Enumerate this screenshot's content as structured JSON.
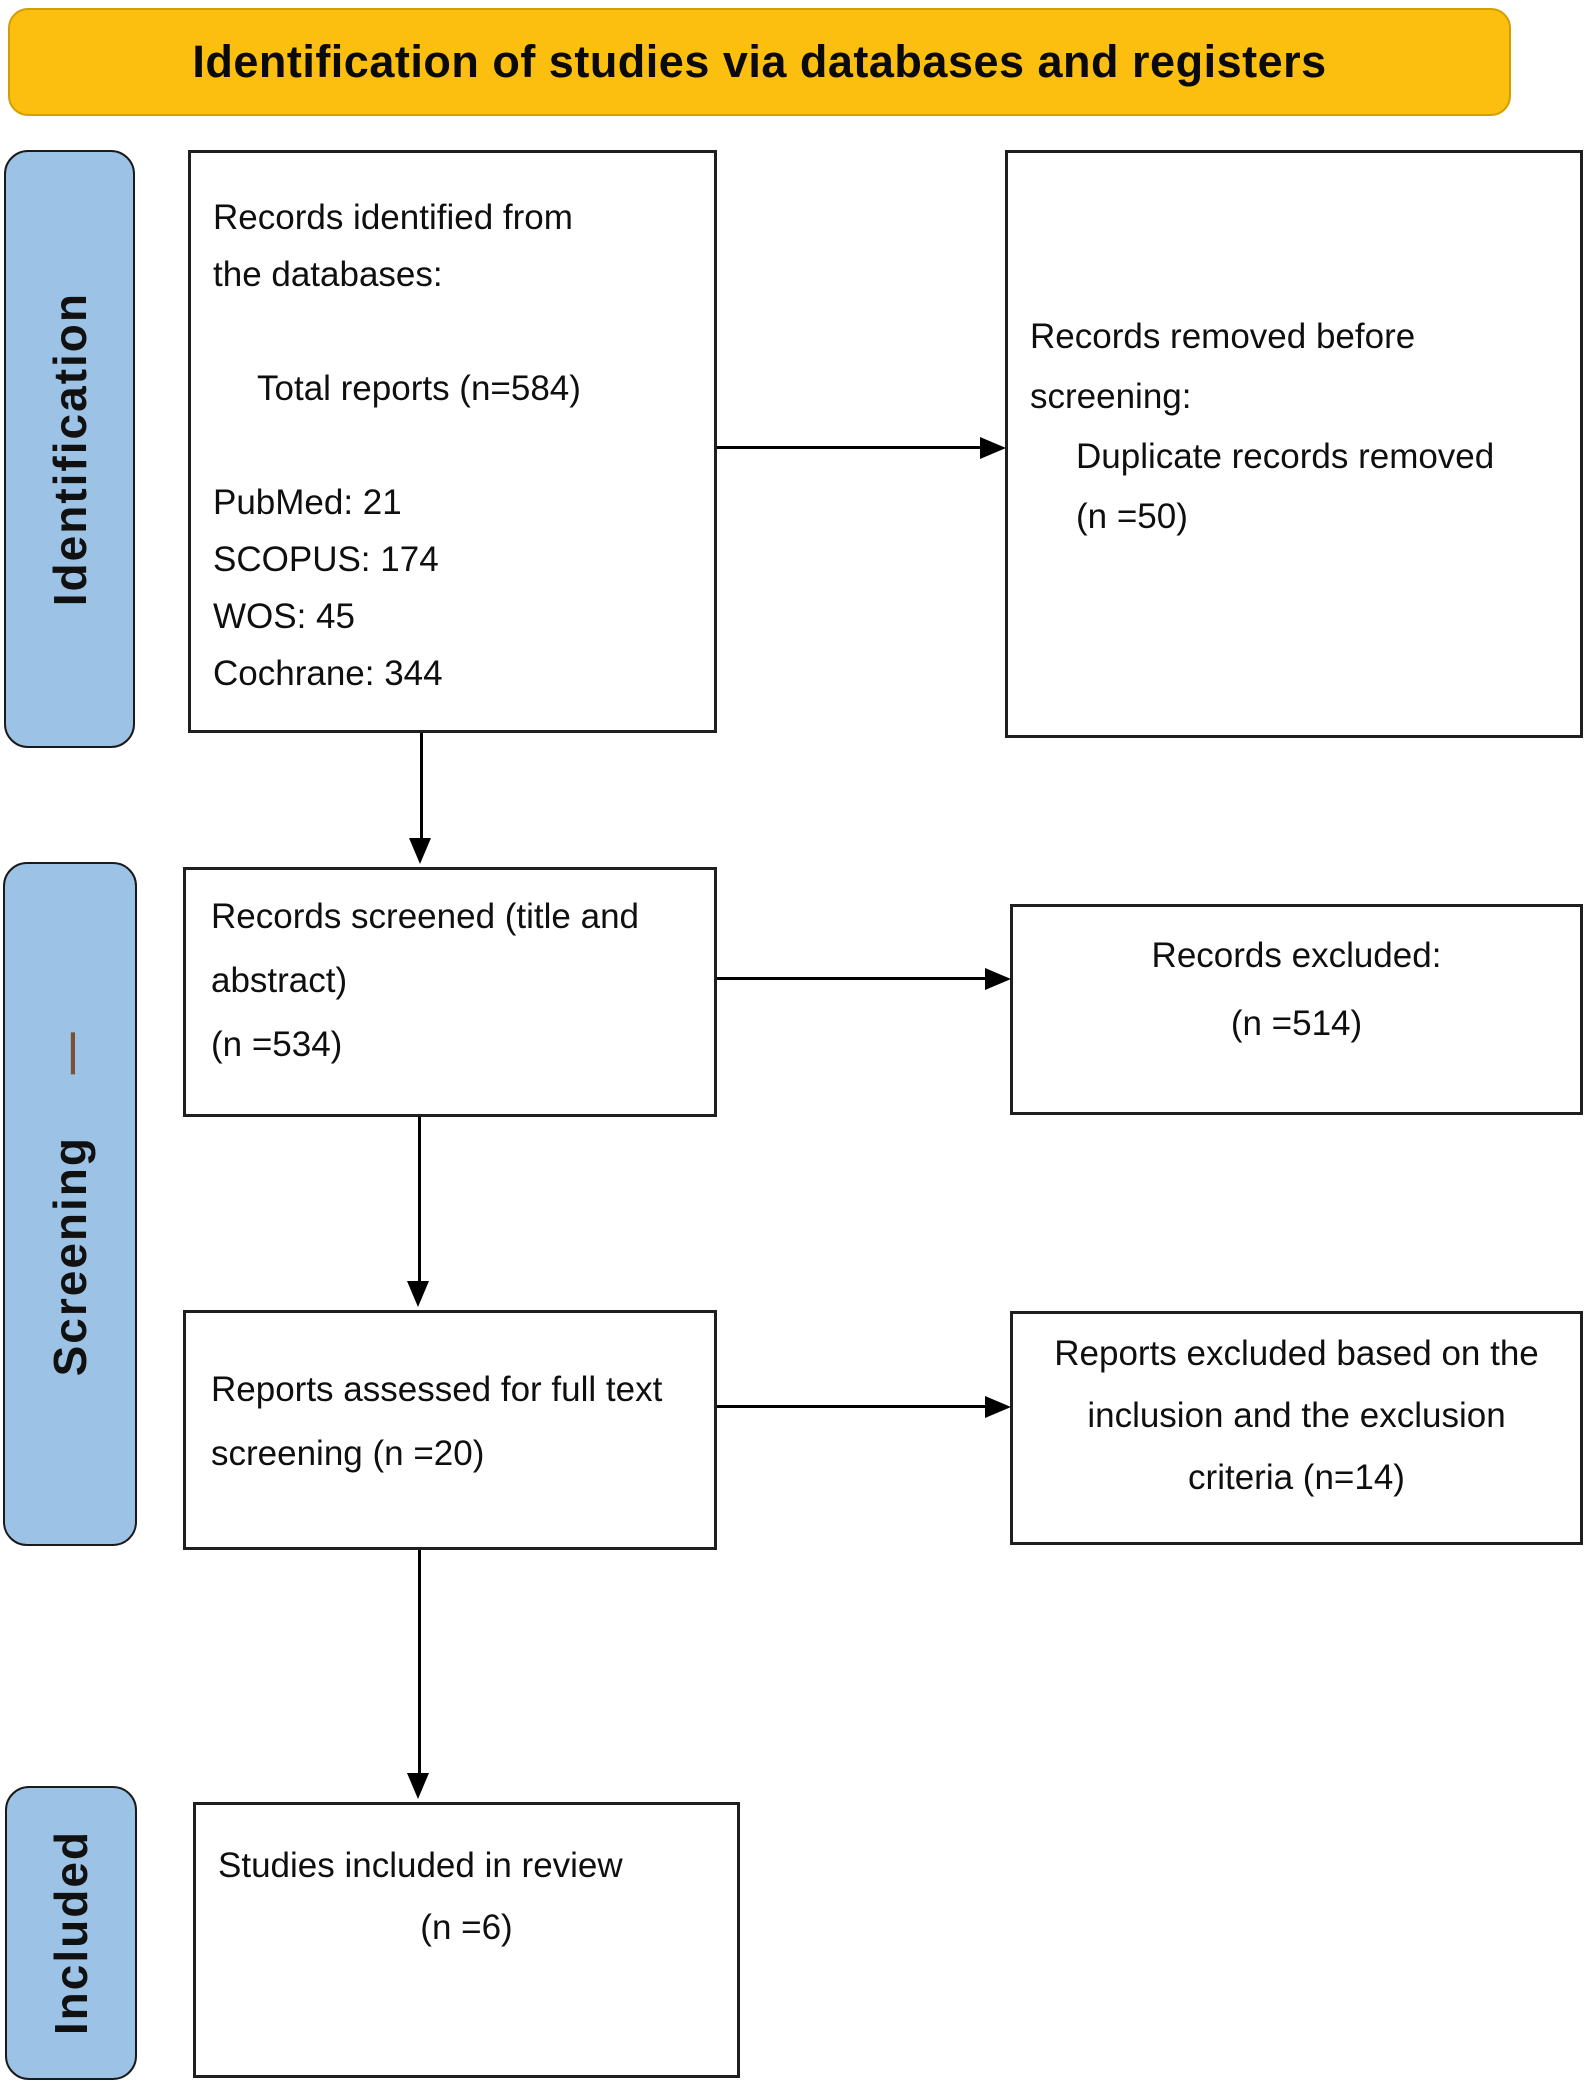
{
  "header": {
    "title": "Identification of studies via databases and registers"
  },
  "sidebar": {
    "identification_label": "Identification",
    "screening_label": "Screening",
    "screening_dash": "—",
    "included_label": "Included"
  },
  "boxes": {
    "identified": {
      "intro_line1": "Records identified from",
      "intro_line2": "the databases:",
      "total": "Total reports (n=584)",
      "source1": "PubMed: 21",
      "source2": "SCOPUS: 174",
      "source3": "WOS: 45",
      "source4": "Cochrane: 344"
    },
    "removed": {
      "line1": "Records removed before",
      "line2": "screening:",
      "line3": "Duplicate records removed",
      "line4": "(n =50)"
    },
    "screened": {
      "line1": "Records screened (title and",
      "line2": "abstract)",
      "line3": "(n =534)"
    },
    "excluded": {
      "line1": "Records excluded:",
      "line2": "(n =514)"
    },
    "assessed": {
      "line1": "Reports assessed for full text",
      "line2": "screening (n =20)"
    },
    "excluded_fulltext": {
      "line1": "Reports excluded based on the",
      "line2": "inclusion and the exclusion",
      "line3": "criteria (n=14)"
    },
    "included_studies": {
      "line1": "Studies included in review",
      "line2": "(n =6)"
    }
  },
  "colors": {
    "header_bg": "#FCBF10",
    "header_border": "#D39E00",
    "sidebar_bg": "#9CC3E6",
    "box_border": "#1F1F1F",
    "dash_color": "#7A5230"
  }
}
